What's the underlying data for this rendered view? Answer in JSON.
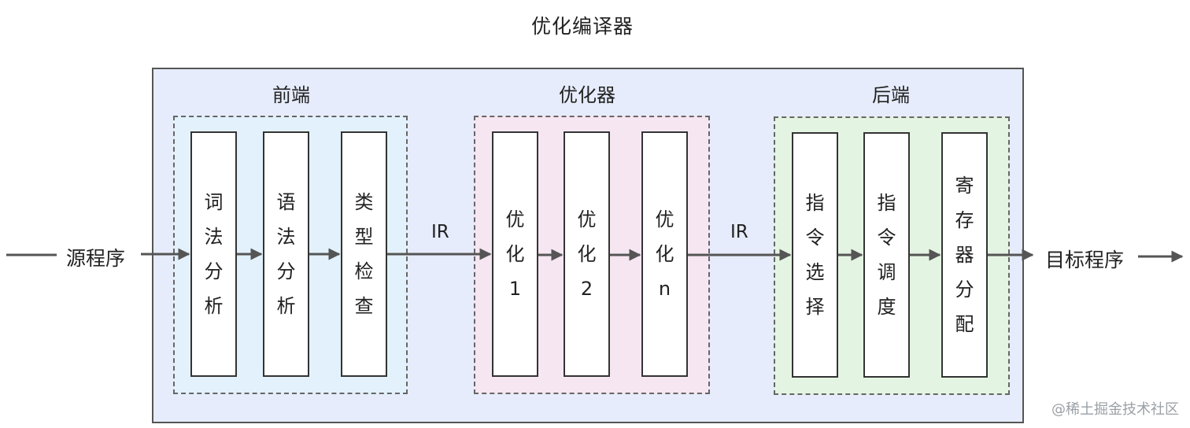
{
  "title": "优化编译器",
  "sections": {
    "frontend": {
      "label": "前端",
      "stages": [
        [
          "词",
          "法",
          "分",
          "析"
        ],
        [
          "语",
          "法",
          "分",
          "析"
        ],
        [
          "类",
          "型",
          "检",
          "查"
        ]
      ]
    },
    "optimizer": {
      "label": "优化器",
      "stages": [
        [
          "优",
          "化",
          "1"
        ],
        [
          "优",
          "化",
          "2"
        ],
        [
          "优",
          "化",
          "n"
        ]
      ]
    },
    "backend": {
      "label": "后端",
      "stages": [
        [
          "指",
          "令",
          "选",
          "择"
        ],
        [
          "指",
          "令",
          "调",
          "度"
        ],
        [
          "寄",
          "存",
          "器",
          "分",
          "配"
        ]
      ]
    }
  },
  "ir_labels": [
    "IR",
    "IR"
  ],
  "input_label": "源程序",
  "output_label": "目标程序",
  "watermark": "@稀土掘金技术社区",
  "colors": {
    "outer_bg": "#e6ecfb",
    "frontend_bg": "#e2f1fb",
    "optimizer_bg": "#f6e6f2",
    "backend_bg": "#e4f4e2",
    "line": "#555555"
  }
}
